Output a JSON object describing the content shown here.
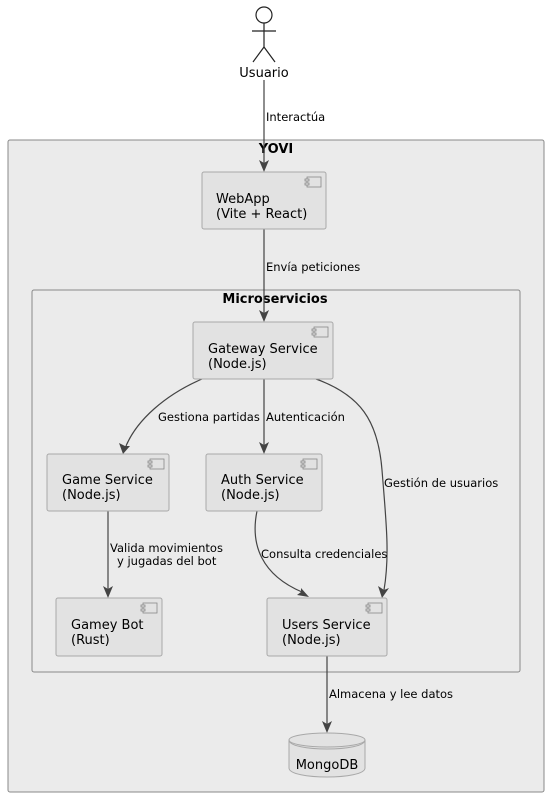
{
  "actor": {
    "label": "Usuario"
  },
  "packages": {
    "system": "YOVI",
    "microservices": "Microservicios"
  },
  "components": {
    "webapp": {
      "line1": "WebApp",
      "line2": "(Vite + React)"
    },
    "gateway": {
      "line1": "Gateway Service",
      "line2": "(Node.js)"
    },
    "game": {
      "line1": "Game Service",
      "line2": "(Node.js)"
    },
    "auth": {
      "line1": "Auth Service",
      "line2": "(Node.js)"
    },
    "bot": {
      "line1": "Gamey Bot",
      "line2": "(Rust)"
    },
    "users": {
      "line1": "Users Service",
      "line2": "(Node.js)"
    },
    "db": {
      "label": "MongoDB"
    }
  },
  "edges": {
    "interacts": "Interactúa",
    "requests": "Envía peticiones",
    "manages_games": "Gestiona partidas",
    "auth": "Autenticación",
    "user_mgmt": "Gestión de usuarios",
    "validates_1": "Valida movimientos",
    "validates_2": "y jugadas del bot",
    "credentials": "Consulta credenciales",
    "stores": "Almacena y lee datos"
  }
}
